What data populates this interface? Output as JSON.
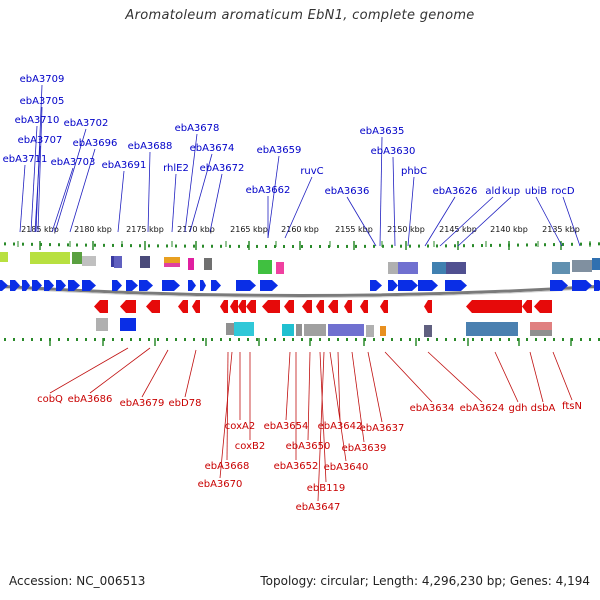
{
  "title": "Aromatoleum aromaticum EbN1, complete genome",
  "footer": {
    "accession": "Accession: NC_006513",
    "summary": "Topology: circular; Length: 4,296,230 bp; Genes: 4,194"
  },
  "colors": {
    "forward": "#0a2ee6",
    "reverse": "#e60a0a",
    "backbone": "#7a7a7a",
    "tick": "#2a8a2a"
  },
  "scale_ticks": [
    "2185 kbp",
    "2180 kbp",
    "2175 kbp",
    "2170 kbp",
    "2165 kbp",
    "2160 kbp",
    "2155 kbp",
    "2150 kbp",
    "2145 kbp",
    "2140 kbp",
    "2135 kbp"
  ],
  "top_labels": [
    "ebA3709",
    "ebA3705",
    "ebA3710",
    "ebA3707",
    "ebA3702",
    "ebA3696",
    "ebA3711",
    "ebA3703",
    "ebA3691",
    "ebA3688",
    "ebA3678",
    "rhlE2",
    "ebA3674",
    "ebA3672",
    "ebA3659",
    "ebA3662",
    "ruvC",
    "ebA3636",
    "ebA3635",
    "ebA3630",
    "phbC",
    "ebA3626",
    "ald",
    "kup",
    "ubiB",
    "rocD"
  ],
  "bottom_labels": [
    "cobQ",
    "ebA3686",
    "ebA3679",
    "ebD78",
    "coxA2",
    "coxB2",
    "ebA3668",
    "ebA3670",
    "ebA3654",
    "ebA3650",
    "ebA3652",
    "ebA3642",
    "ebA3639",
    "ebA3640",
    "ebB119",
    "ebA3647",
    "ebA3637",
    "ebA3634",
    "ebA3624",
    "gdh",
    "dsbA",
    "ftsN"
  ]
}
